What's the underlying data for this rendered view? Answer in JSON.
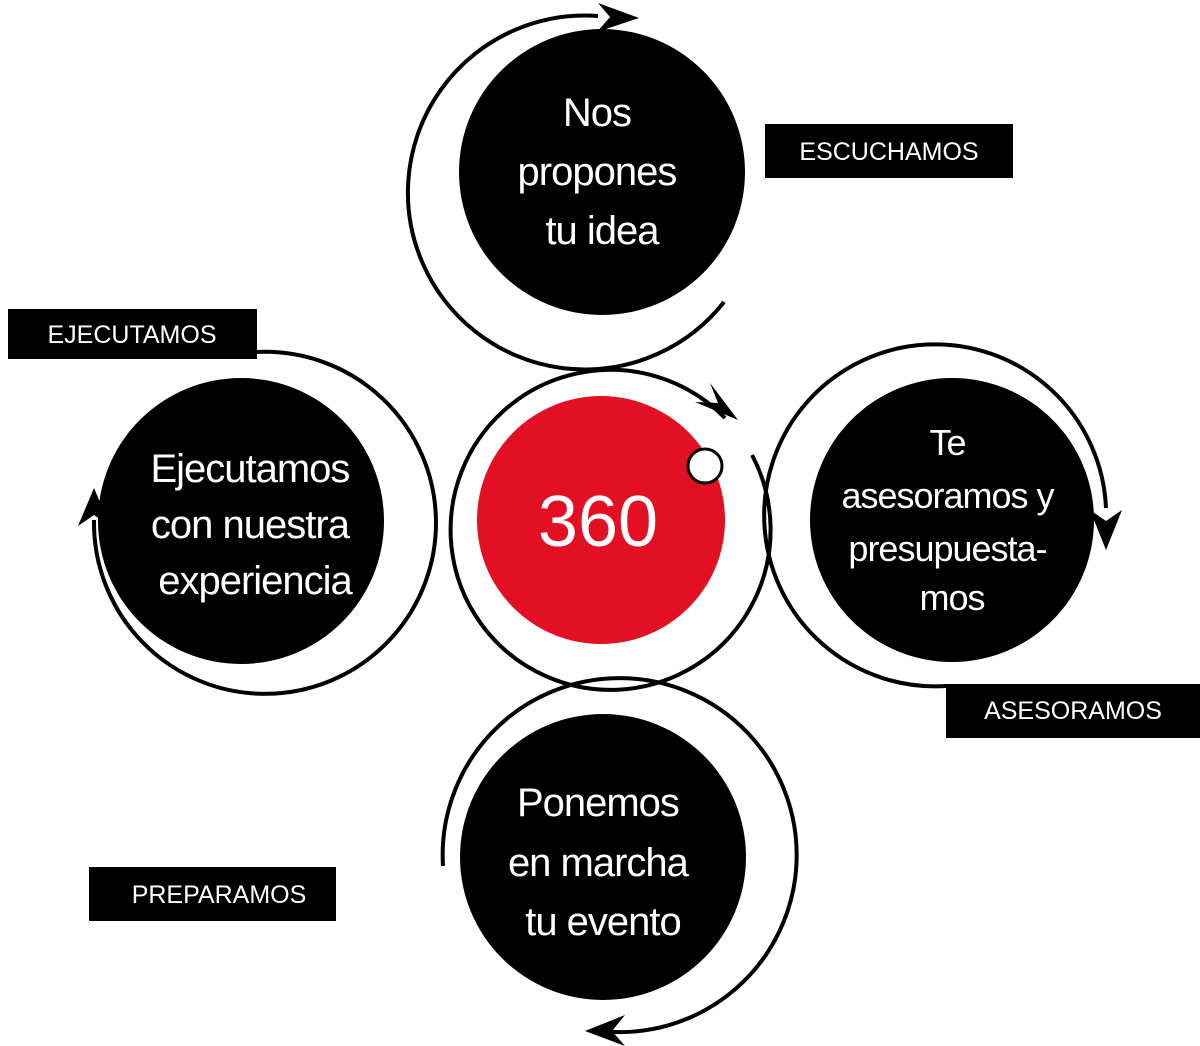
{
  "center": {
    "label": "360",
    "color": "#e30f23"
  },
  "stages": {
    "top": {
      "lines": [
        "Nos",
        "propones",
        "tu idea"
      ],
      "tag": "ESCUCHAMOS"
    },
    "right": {
      "lines": [
        "Te",
        "asesoramos y",
        "presupuesta-",
        "mos"
      ],
      "tag": "ASESORAMOS"
    },
    "bottom": {
      "lines": [
        "Ponemos",
        "en marcha",
        "tu evento"
      ],
      "tag": "PREPARAMOS"
    },
    "left": {
      "lines": [
        "Ejecutamos",
        "con nuestra",
        "experiencia"
      ],
      "tag": "EJECUTAMOS"
    }
  },
  "colors": {
    "stage_fill": "#000000",
    "label_fill": "#000000",
    "text": "#ffffff",
    "background": "#ffffff"
  }
}
